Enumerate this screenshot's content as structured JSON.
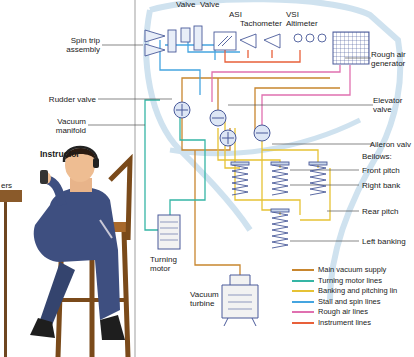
{
  "diagram": {
    "labels": [
      "Valve",
      "Valve",
      "ASI",
      "Tachometer",
      "VSI",
      "Altimeter",
      "Spin trip assembly",
      "Rudder valve",
      "Vacuum manifold",
      "Instructor",
      "ers",
      "Rough air generator",
      "Elevator valve",
      "Aileron valv",
      "Bellows:",
      "Front pitch",
      "Right bank",
      "Rear pitch",
      "Left banking",
      "Turning motor",
      "Vacuum turbine"
    ],
    "legend": [
      {
        "text": "Main vacuum supply",
        "color": "#c8862e"
      },
      {
        "text": "Turning motor lines",
        "color": "#35b5a5"
      },
      {
        "text": "Banking and pitching lin",
        "color": "#e6c235"
      },
      {
        "text": "Stall and spin lines",
        "color": "#45a5e0"
      },
      {
        "text": "Rough air lines",
        "color": "#e070b0"
      },
      {
        "text": "Instrument lines",
        "color": "#e8603a"
      }
    ]
  }
}
